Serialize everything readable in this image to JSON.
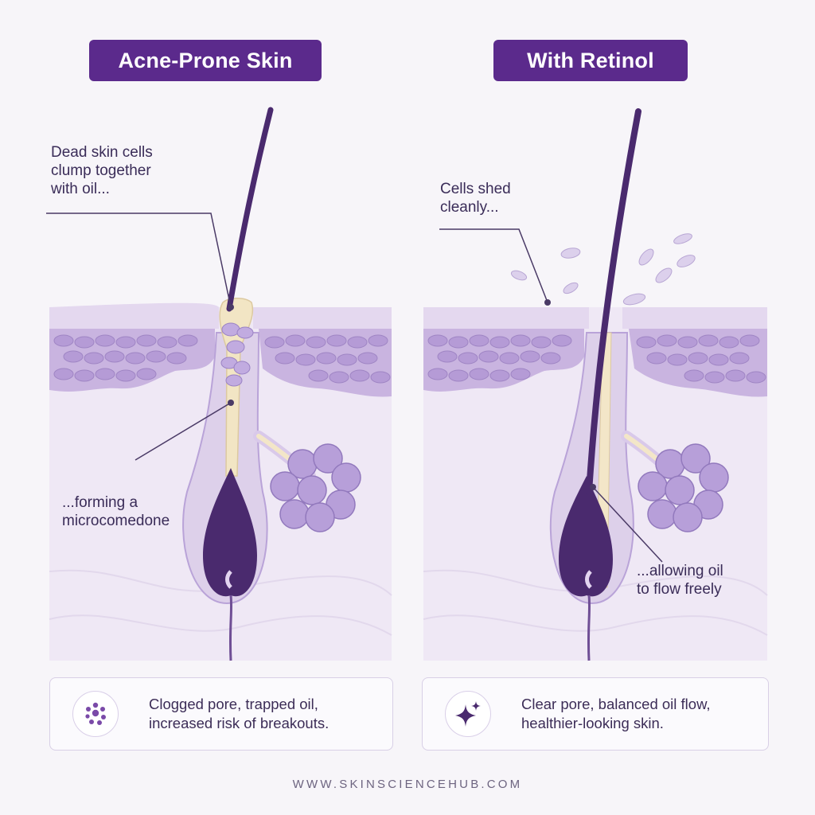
{
  "left_panel": {
    "title": "Acne-Prone Skin",
    "callout_top": [
      "Dead skin cells",
      "clump together",
      "with oil..."
    ],
    "callout_bottom": [
      "...forming a",
      "microcomedone"
    ],
    "card_icon": "dots-cluster-icon",
    "card_text": [
      "Clogged pore, trapped oil,",
      "increased risk of breakouts."
    ]
  },
  "right_panel": {
    "title": "With Retinol",
    "callout_top": [
      "Cells shed",
      "cleanly..."
    ],
    "callout_bottom": [
      "...allowing oil",
      "to flow freely"
    ],
    "card_icon": "sparkle-icon",
    "card_text": [
      "Clear pore, balanced oil flow,",
      "healthier-looking skin."
    ]
  },
  "footer": {
    "url": "WWW.SKINSCIENCEHUB.COM"
  },
  "colors": {
    "accent": "#5b2a8c",
    "hair": "#4a2a6e",
    "sebum": "#f3e6c8",
    "skin_light": "#ebe2f3",
    "cell": "#b9a3d8"
  }
}
